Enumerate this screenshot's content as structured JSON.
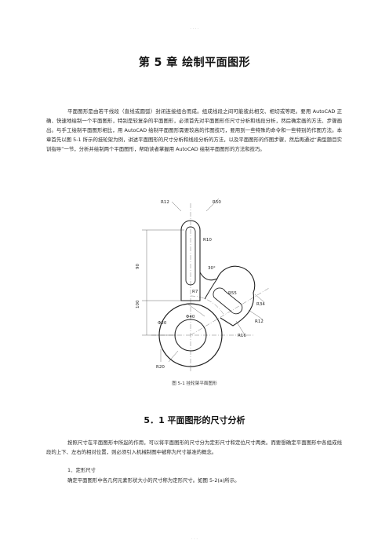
{
  "header_mark": "· · · ·",
  "footer_mark": "· · ·",
  "chapter_title": "第 5 章  绘制平面图形",
  "intro_paragraph": "平面图形是由若干线段（直线或圆弧）封闭连接组合而成。组成线段之间可能彼此相交、相切或等距。要用 AutoCAD 正确、快速地绘制一个平面图形，特别是较复杂的平面图形，必须首先对平面图形作尺寸分析和线段分析，然后确定画的方法、步骤画出。与手工绘制平面图形相比，用 AutoCAD 绘制平面图形需要较高的作图技巧，要用到一些特殊的命令和一些特别的作图方法。本章首先以图 5-1 所示的挂轮架为例，讲述平面图形的尺寸分析和线段分析的方法，以及平面图形的作图步骤，然后再通过“典型题目实训指导”一节，分析并绘制两个平面图形，帮助读者掌握用 AutoCAD 绘制平面图形的方法和技巧。",
  "figure": {
    "labels": {
      "r12_top": "R12",
      "r50": "R50",
      "r10": "R10",
      "d90": "90",
      "deg30": "30°",
      "r7": "R7",
      "r55": "R55",
      "r34": "R34",
      "r12_right": "R12",
      "r16": "R16",
      "d100": "100",
      "phi20": "Φ20",
      "phi40": "Φ40",
      "r20": "R20"
    },
    "caption": "图 5-1  挂轮架平面图形"
  },
  "section_title": "5．1   平面图形的尺寸分析",
  "section_paragraph": "按照尺寸在平面图形中所起的作用，可以将平面图形的尺寸分为定形尺寸和定位尺寸两类。而要想确定平面图形中各组成线段的上下、左右的相对位置，则必须引入机械制图中被称为尺寸基准的概念。",
  "list_item": "1．定形尺寸",
  "last_paragraph": "确定平面图形中各几何元素形状大小的尺寸称为定形尺寸。如图 5-2(a)所示。"
}
